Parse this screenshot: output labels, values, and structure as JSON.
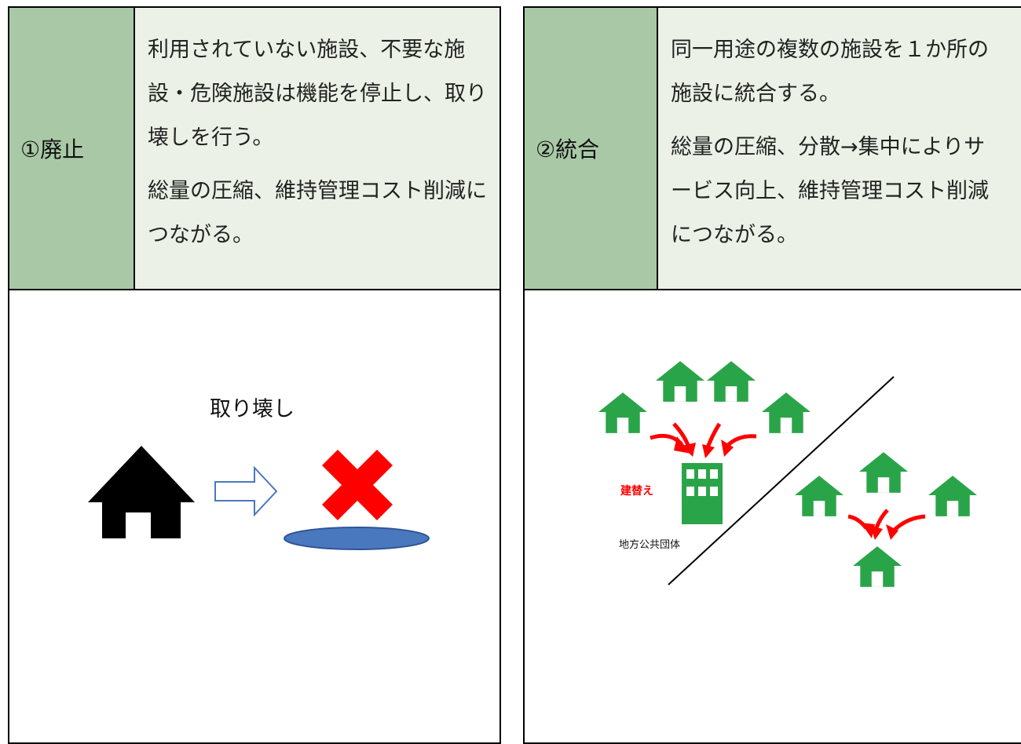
{
  "left": {
    "label": "①廃止",
    "desc": [
      "利用されていない施設、不要な施設・危険施設は機能を停止し、取り壊しを行う。",
      "総量の圧縮、維持管理コスト削減につながる。"
    ],
    "diagram_title": "取り壊し"
  },
  "right": {
    "label": "②統合",
    "desc_lines": [
      "同一用途の複数の施設を１か所の",
      "施設に統合する。",
      "総量の圧縮、分散→集中によりサ",
      "ービス向上、維持管理コスト削減",
      "につながる。"
    ],
    "rebuild_label": "建替え",
    "gov_label": "地方公共団体"
  },
  "colors": {
    "header_green": "#a9c9a6",
    "desc_bg": "#ebf1e6",
    "house_green": "#2aa448",
    "arrow_red": "#ff0000",
    "ellipse_blue": "#4a78bf"
  }
}
